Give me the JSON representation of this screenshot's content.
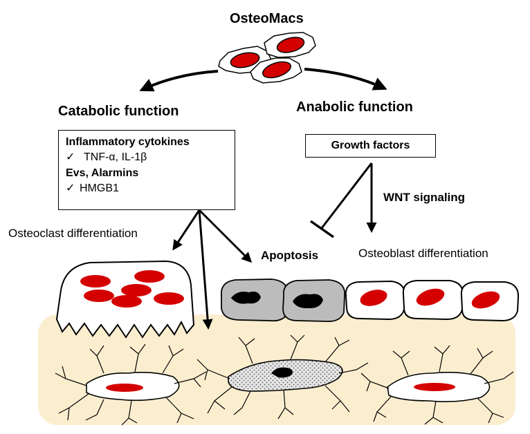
{
  "title": "OsteoMacs",
  "left_branch": {
    "heading": "Catabolic function",
    "box": {
      "group1_title": "Inflammatory cytokines",
      "group1_item": "TNF-α, IL-1β",
      "group2_title": "Evs, Alarmins",
      "group2_item": "HMGB1",
      "check_mark": "✓"
    }
  },
  "right_branch": {
    "heading": "Anabolic function",
    "box_label": "Growth factors"
  },
  "labels": {
    "wnt": "WNT signaling",
    "osteoclast": "Osteoclast differentiation",
    "apoptosis": "Apoptosis",
    "osteoblast": "Osteoblast differentiation"
  },
  "colors": {
    "nucleus_red": "#d40000",
    "bone_matrix": "#fbeecf",
    "apoptotic_cell": "#bcbcbc",
    "outline": "#000000"
  }
}
